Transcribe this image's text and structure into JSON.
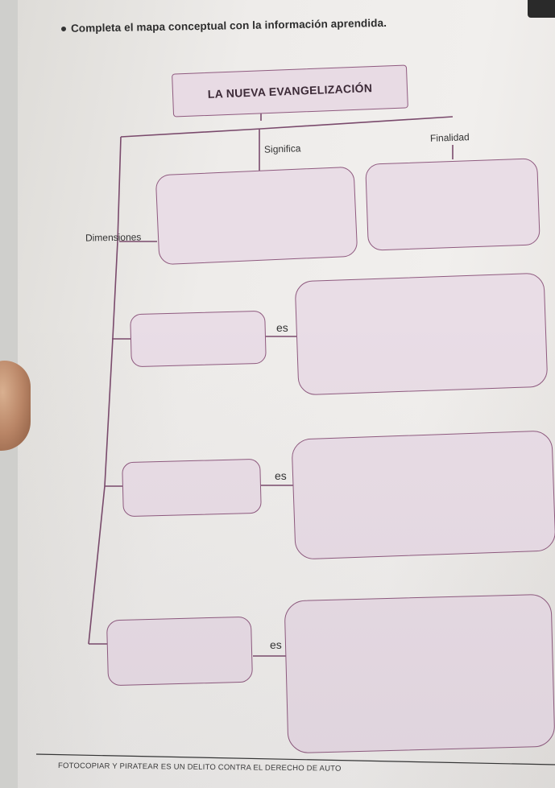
{
  "instruction": "Completa el mapa conceptual con la información aprendida.",
  "concept_map": {
    "title": "LA NUEVA EVANGELIZACIÓN",
    "labels": {
      "significa": "Significa",
      "finalidad": "Finalidad",
      "dimensiones": "Dimensiones"
    },
    "rows": [
      {
        "connector": "es"
      },
      {
        "connector": "es"
      },
      {
        "connector": "es"
      }
    ]
  },
  "footer": "FOTOCOPIAR Y PIRATEAR ES UN DELITO CONTRA EL DERECHO DE AUTO",
  "colors": {
    "box_fill": "#e9dde6",
    "box_border": "#8f5a7f",
    "line": "#7a4a6c"
  }
}
